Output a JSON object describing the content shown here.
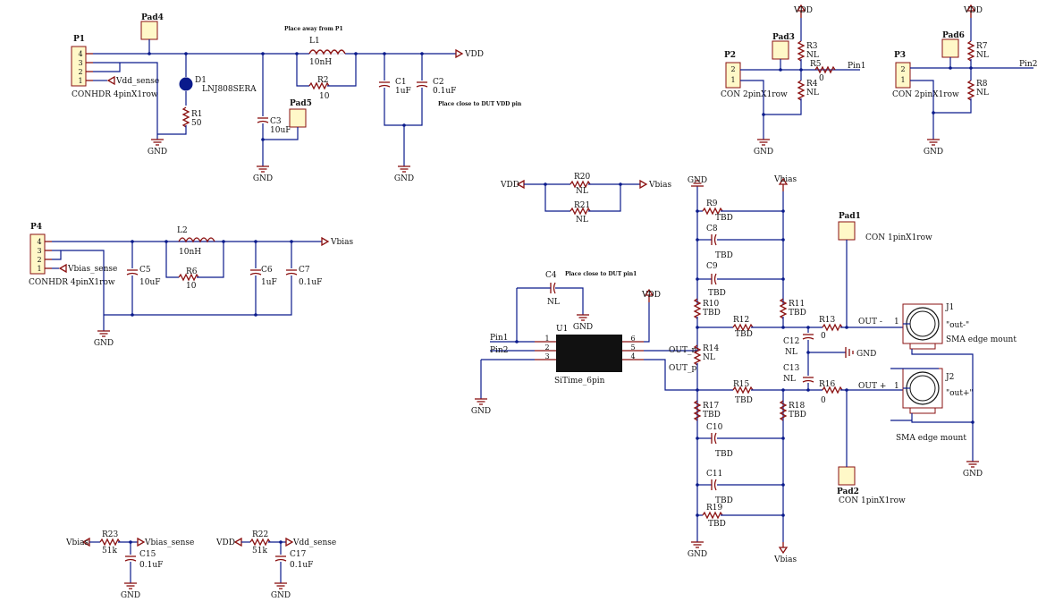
{
  "schematic": {
    "p1": {
      "ref": "P1",
      "pins": [
        "4",
        "3",
        "2",
        "1"
      ],
      "value": "CONHDR 4pinX1row"
    },
    "pad4": {
      "ref": "Pad4"
    },
    "d1": {
      "ref": "D1",
      "value": "LNJ808SERA"
    },
    "r1": {
      "ref": "R1",
      "value": "50"
    },
    "gnd_label": "GND",
    "vdd_label": "VDD",
    "vbias_label": "Vbias",
    "vdd_sense_label": "Vdd_sense",
    "vbias_sense_label": "Vbias_sense",
    "note_place_away": "Place away from P1",
    "note_place_close_vdd": "Place close to DUT VDD pin",
    "note_place_close_pin1": "Place close to DUT pin1",
    "l1": {
      "ref": "L1",
      "value": "10nH"
    },
    "r2": {
      "ref": "R2",
      "value": "10"
    },
    "c1": {
      "ref": "C1",
      "value": "1uF"
    },
    "c2": {
      "ref": "C2",
      "value": "0.1uF"
    },
    "c3": {
      "ref": "C3",
      "value": "10uF"
    },
    "pad5": {
      "ref": "Pad5"
    },
    "p2": {
      "ref": "P2",
      "pins": [
        "2",
        "1"
      ],
      "value": "CON 2pinX1row"
    },
    "pad3": {
      "ref": "Pad3"
    },
    "r3": {
      "ref": "R3",
      "value": "NL"
    },
    "r5": {
      "ref": "R5",
      "value": "0"
    },
    "r4": {
      "ref": "R4",
      "value": "NL"
    },
    "pin1_label": "Pin1",
    "p3": {
      "ref": "P3",
      "pins": [
        "2",
        "1"
      ],
      "value": "CON 2pinX1row"
    },
    "pad6": {
      "ref": "Pad6"
    },
    "r7": {
      "ref": "R7",
      "value": "NL"
    },
    "r8": {
      "ref": "R8",
      "value": "NL"
    },
    "pin2_label": "Pin2",
    "p4": {
      "ref": "P4",
      "pins": [
        "4",
        "3",
        "2",
        "1"
      ],
      "value": "CONHDR 4pinX1row"
    },
    "l2": {
      "ref": "L2",
      "value": "10nH"
    },
    "r6": {
      "ref": "R6",
      "value": "10"
    },
    "c5": {
      "ref": "C5",
      "value": "10uF"
    },
    "c6": {
      "ref": "C6",
      "value": "1uF"
    },
    "c7": {
      "ref": "C7",
      "value": "0.1uF"
    },
    "r20": {
      "ref": "R20",
      "value": "NL"
    },
    "r21": {
      "ref": "R21",
      "value": "NL"
    },
    "c4": {
      "ref": "C4",
      "value": "NL"
    },
    "u1": {
      "ref": "U1",
      "value": "SiTime_6pin",
      "pins_left": [
        "1",
        "2",
        "3"
      ],
      "pins_right": [
        "6",
        "5",
        "4"
      ]
    },
    "out_n_label": "OUT_n",
    "out_p_label": "OUT_p",
    "r9": {
      "ref": "R9",
      "value": "TBD"
    },
    "c8": {
      "ref": "C8",
      "value": "TBD"
    },
    "c9": {
      "ref": "C9",
      "value": "TBD"
    },
    "r10": {
      "ref": "R10",
      "value": "TBD"
    },
    "r11": {
      "ref": "R11",
      "value": "TBD"
    },
    "r12": {
      "ref": "R12",
      "value": "TBD"
    },
    "r14": {
      "ref": "R14",
      "value": "NL"
    },
    "r13": {
      "ref": "R13",
      "value": "0"
    },
    "c12": {
      "ref": "C12",
      "value": "NL"
    },
    "c13": {
      "ref": "C13",
      "value": "NL"
    },
    "r15": {
      "ref": "R15",
      "value": "TBD"
    },
    "r16": {
      "ref": "R16",
      "value": "0"
    },
    "r17": {
      "ref": "R17",
      "value": "TBD"
    },
    "r18": {
      "ref": "R18",
      "value": "TBD"
    },
    "c10": {
      "ref": "C10",
      "value": "TBD"
    },
    "c11": {
      "ref": "C11",
      "value": "TBD"
    },
    "r19": {
      "ref": "R19",
      "value": "TBD"
    },
    "pad1": {
      "ref": "Pad1",
      "value": "CON 1pinX1row"
    },
    "pad2": {
      "ref": "Pad2",
      "value": "CON 1pinX1row"
    },
    "out_minus_label": "OUT -",
    "out_plus_label": "OUT +",
    "j1": {
      "ref": "J1",
      "value": "\"out-\"",
      "desc": "SMA edge mount"
    },
    "j2": {
      "ref": "J2",
      "value": "\"out+\"",
      "desc": "SMA edge mount"
    },
    "pin_one": "1",
    "r23": {
      "ref": "R23",
      "value": "51k"
    },
    "c15": {
      "ref": "C15",
      "value": "0.1uF"
    },
    "r22": {
      "ref": "R22",
      "value": "51k"
    },
    "c17": {
      "ref": "C17",
      "value": "0.1uF"
    }
  }
}
